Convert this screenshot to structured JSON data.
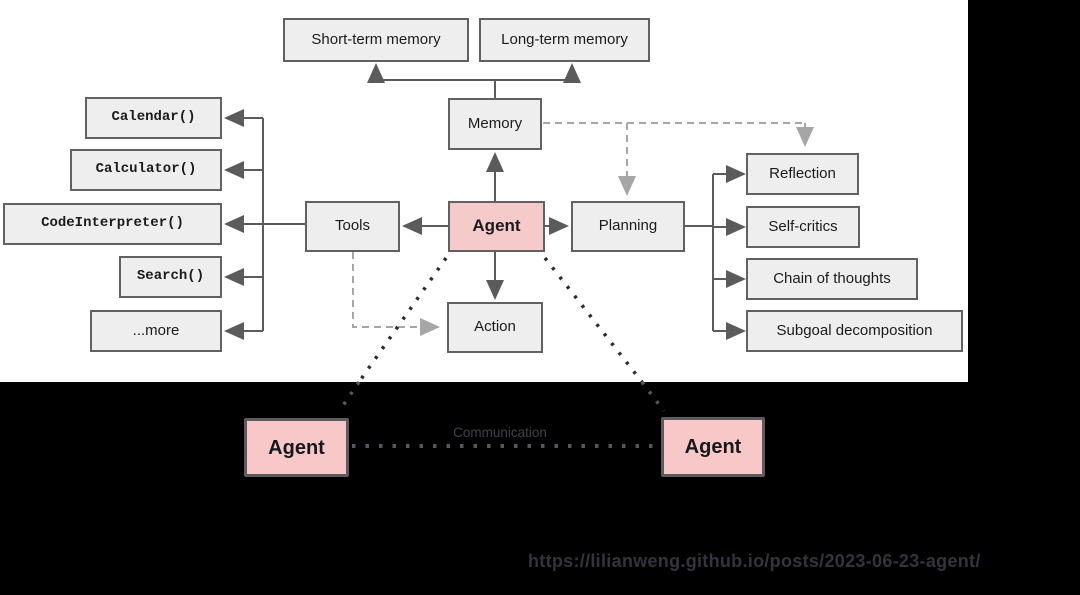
{
  "nodes": {
    "short_term_memory": {
      "label": "Short-term memory"
    },
    "long_term_memory": {
      "label": "Long-term memory"
    },
    "memory": {
      "label": "Memory"
    },
    "agent": {
      "label": "Agent"
    },
    "tools": {
      "label": "Tools"
    },
    "planning": {
      "label": "Planning"
    },
    "action": {
      "label": "Action"
    },
    "calendar": {
      "label": "Calendar()"
    },
    "calculator": {
      "label": "Calculator()"
    },
    "code_interpreter": {
      "label": "CodeInterpreter()"
    },
    "search": {
      "label": "Search()"
    },
    "more": {
      "label": "...more"
    },
    "reflection": {
      "label": "Reflection"
    },
    "self_critics": {
      "label": "Self-critics"
    },
    "chain_of_thoughts": {
      "label": "Chain of thoughts"
    },
    "subgoal_decomposition": {
      "label": "Subgoal decomposition"
    },
    "agent_bottom_left": {
      "label": "Agent"
    },
    "agent_bottom_right": {
      "label": "Agent"
    }
  },
  "edges": {
    "communication_label": "Communication"
  },
  "footer": {
    "source_url": "https://lilianweng.github.io/posts/2023-06-23-agent/"
  },
  "colors": {
    "background_top": "#ffffff",
    "background_bottom": "#000000",
    "node_fill": "#eeeeee",
    "node_border": "#616161",
    "agent_fill_top": "#f4caca",
    "agent_fill_bottom": "#f8c8c8",
    "solid_line": "#5b5b5b",
    "dashed_line": "#a6a6a6",
    "dotted_line_on_white": "#2d2d2d",
    "dotted_line_on_black": "#55585e",
    "url_text": "#31353d"
  }
}
